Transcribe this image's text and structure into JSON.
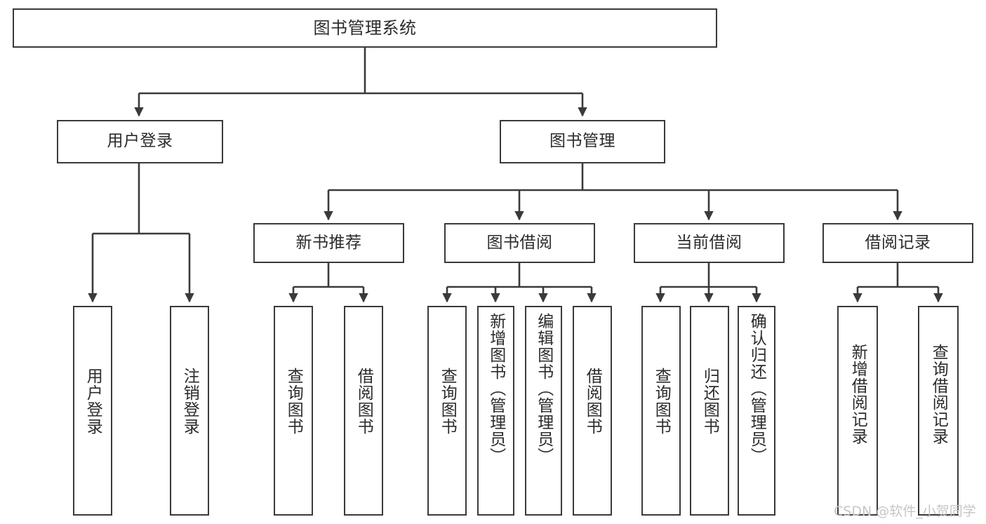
{
  "diagram": {
    "title": "图书管理系统",
    "type": "tree-hierarchy-diagram",
    "stroke_color": "#3a3a3a",
    "text_color": "#2b2b2b",
    "background_color": "#ffffff"
  },
  "root": {
    "label": "图书管理系统"
  },
  "branches": [
    {
      "label": "用户登录"
    },
    {
      "label": "图书管理"
    }
  ],
  "subbranches": [
    {
      "label": "新书推荐"
    },
    {
      "label": "图书借阅"
    },
    {
      "label": "当前借阅"
    },
    {
      "label": "借阅记录"
    }
  ],
  "leaves": {
    "user_login": [
      {
        "label": "用户登录"
      },
      {
        "label": "注销登录"
      }
    ],
    "new_book_recommend": [
      {
        "label": "查询图书"
      },
      {
        "label": "借阅图书"
      }
    ],
    "book_borrow": [
      {
        "label": "查询图书"
      },
      {
        "label": "新增图书（管理员）"
      },
      {
        "label": "编辑图书（管理员）"
      },
      {
        "label": "借阅图书"
      }
    ],
    "current_borrow": [
      {
        "label": "查询图书"
      },
      {
        "label": "归还图书"
      },
      {
        "label": "确认归还（管理员）"
      }
    ],
    "borrow_record": [
      {
        "label": "新增借阅记录"
      },
      {
        "label": "查询借阅记录"
      }
    ]
  },
  "watermark": {
    "text": "CSDN @软件_小贺同学"
  }
}
